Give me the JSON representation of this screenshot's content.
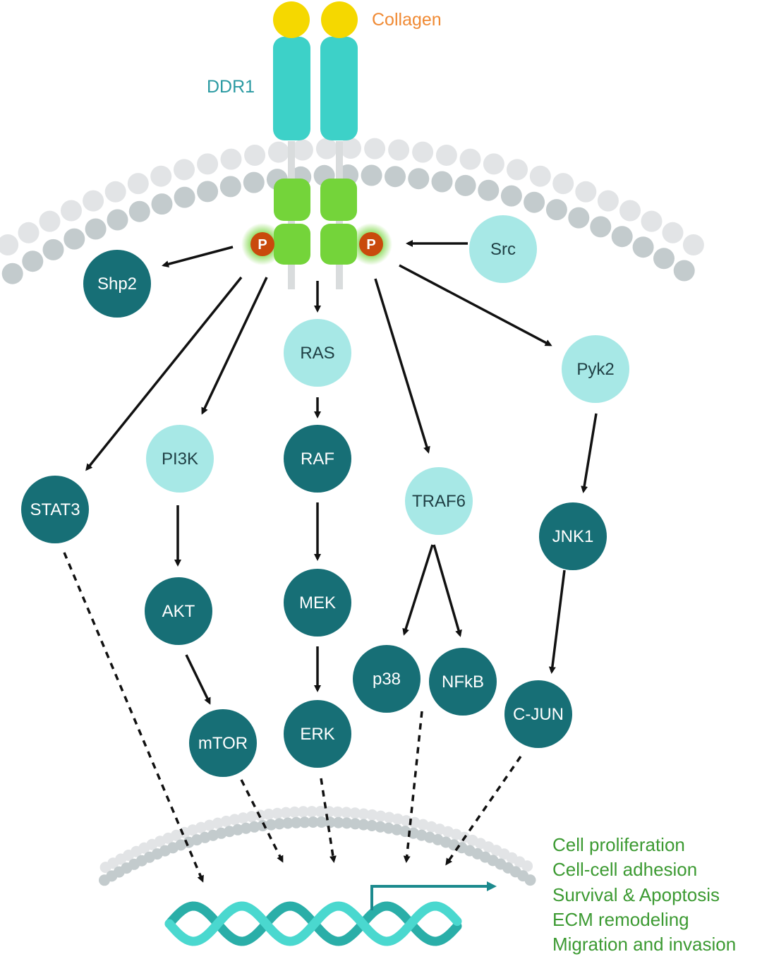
{
  "ligand_label": "Collagen",
  "receptor_label": "DDR1",
  "phospho_label": "P",
  "colors": {
    "collagen": "#f5d800",
    "receptor": "#3dd1c8",
    "kinase_domain": "#74d43a",
    "phospho": "#c94a0c",
    "node_dark": "#176f76",
    "node_light": "#a7e8e6",
    "membrane_outer": "#e2e4e6",
    "membrane_inner": "#c3cbcd",
    "dna_a": "#2aaea8",
    "dna_b": "#4ad8cf",
    "outcome_text": "#3c9a32",
    "ligand_text": "#f08a34",
    "receptor_text": "#2a9aa2"
  },
  "nodes": [
    {
      "id": "src",
      "label": "Src",
      "tone": "light"
    },
    {
      "id": "shp2",
      "label": "Shp2",
      "tone": "dark"
    },
    {
      "id": "ras",
      "label": "RAS",
      "tone": "light"
    },
    {
      "id": "pyk2",
      "label": "Pyk2",
      "tone": "light"
    },
    {
      "id": "pi3k",
      "label": "PI3K",
      "tone": "light"
    },
    {
      "id": "raf",
      "label": "RAF",
      "tone": "dark"
    },
    {
      "id": "stat3",
      "label": "STAT3",
      "tone": "dark"
    },
    {
      "id": "traf6",
      "label": "TRAF6",
      "tone": "light"
    },
    {
      "id": "jnk1",
      "label": "JNK1",
      "tone": "dark"
    },
    {
      "id": "akt",
      "label": "AKT",
      "tone": "dark"
    },
    {
      "id": "mek",
      "label": "MEK",
      "tone": "dark"
    },
    {
      "id": "p38",
      "label": "p38",
      "tone": "dark"
    },
    {
      "id": "nfkb",
      "label": "NFkB",
      "tone": "dark"
    },
    {
      "id": "cjun",
      "label": "C-JUN",
      "tone": "dark"
    },
    {
      "id": "mtor",
      "label": "mTOR",
      "tone": "dark"
    },
    {
      "id": "erk",
      "label": "ERK",
      "tone": "dark"
    }
  ],
  "edges": [
    {
      "from": "src",
      "to": "phospho_right",
      "style": "solid"
    },
    {
      "from": "phospho_left",
      "to": "shp2",
      "style": "solid"
    },
    {
      "from": "phospho_left",
      "to": "stat3",
      "style": "solid"
    },
    {
      "from": "phospho_left",
      "to": "pi3k",
      "style": "solid"
    },
    {
      "from": "receptor",
      "to": "ras",
      "style": "solid"
    },
    {
      "from": "phospho_right",
      "to": "traf6",
      "style": "solid"
    },
    {
      "from": "phospho_right",
      "to": "pyk2",
      "style": "solid"
    },
    {
      "from": "ras",
      "to": "raf",
      "style": "solid"
    },
    {
      "from": "raf",
      "to": "mek",
      "style": "solid"
    },
    {
      "from": "mek",
      "to": "erk",
      "style": "solid"
    },
    {
      "from": "pi3k",
      "to": "akt",
      "style": "solid"
    },
    {
      "from": "akt",
      "to": "mtor",
      "style": "solid"
    },
    {
      "from": "traf6",
      "to": "p38",
      "style": "solid"
    },
    {
      "from": "traf6",
      "to": "nfkb",
      "style": "solid"
    },
    {
      "from": "pyk2",
      "to": "jnk1",
      "style": "solid"
    },
    {
      "from": "jnk1",
      "to": "cjun",
      "style": "solid"
    },
    {
      "from": "stat3",
      "to": "nucleus",
      "style": "dashed"
    },
    {
      "from": "mtor",
      "to": "nucleus",
      "style": "dashed"
    },
    {
      "from": "erk",
      "to": "nucleus",
      "style": "dashed"
    },
    {
      "from": "nfkb",
      "to": "nucleus",
      "style": "dashed"
    },
    {
      "from": "cjun",
      "to": "nucleus",
      "style": "dashed"
    }
  ],
  "outcomes": [
    "Cell proliferation",
    "Cell-cell adhesion",
    "Survival & Apoptosis",
    "ECM remodeling",
    "Migration and invasion"
  ]
}
